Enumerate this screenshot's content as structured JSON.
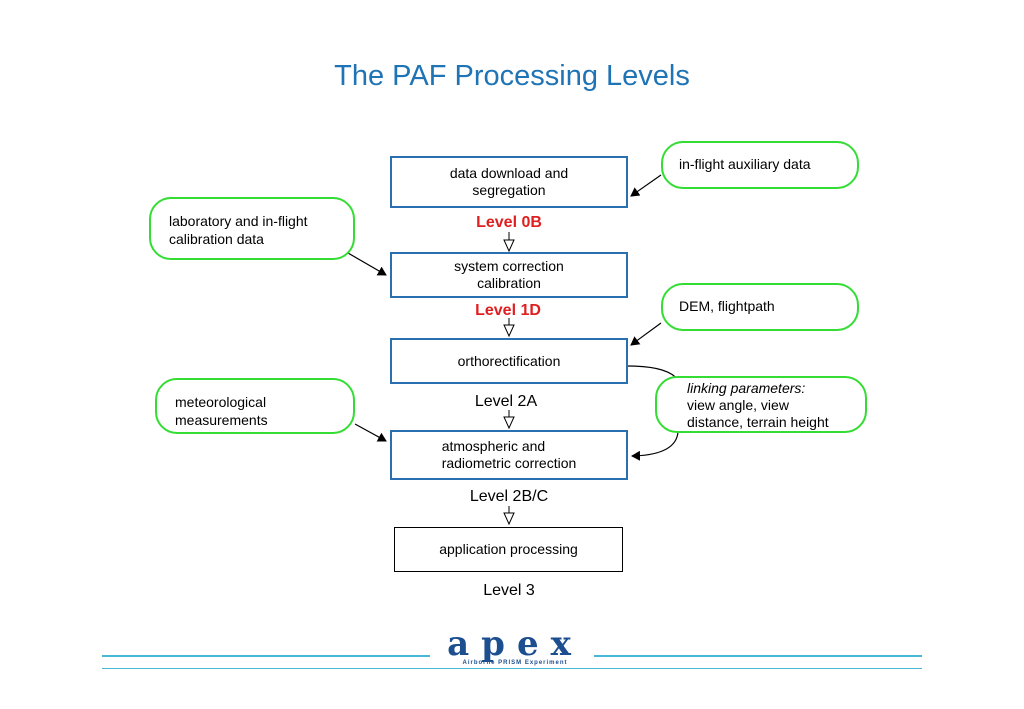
{
  "title": "The PAF Processing Levels",
  "boxes": {
    "download": [
      "data download and",
      "segregation"
    ],
    "system": [
      "system correction",
      "calibration"
    ],
    "ortho": "orthorectification",
    "atmo": [
      "atmospheric and",
      "radiometric correction"
    ],
    "app": "application processing"
  },
  "levels": {
    "l0b": "Level 0B",
    "l1d": "Level 1D",
    "l2a": "Level 2A",
    "l2bc": "Level 2B/C",
    "l3": "Level 3"
  },
  "inputs": {
    "inflight": "in-flight auxiliary data",
    "lab": [
      "laboratory and in-flight",
      "calibration data"
    ],
    "dem": "DEM, flightpath",
    "meteo": [
      "meteorological",
      "measurements"
    ],
    "linking_title": "linking parameters:",
    "linking": [
      "view angle, view",
      "distance, terrain height"
    ]
  },
  "logo": {
    "letters": "apex",
    "tagline": "Airborne PRISM Experiment"
  },
  "colors": {
    "title": "#1f74b5",
    "box_border": "#2a6fb0",
    "pill_border": "#33dd33",
    "level_highlight": "#e02020",
    "footer": "#47b9d6"
  }
}
